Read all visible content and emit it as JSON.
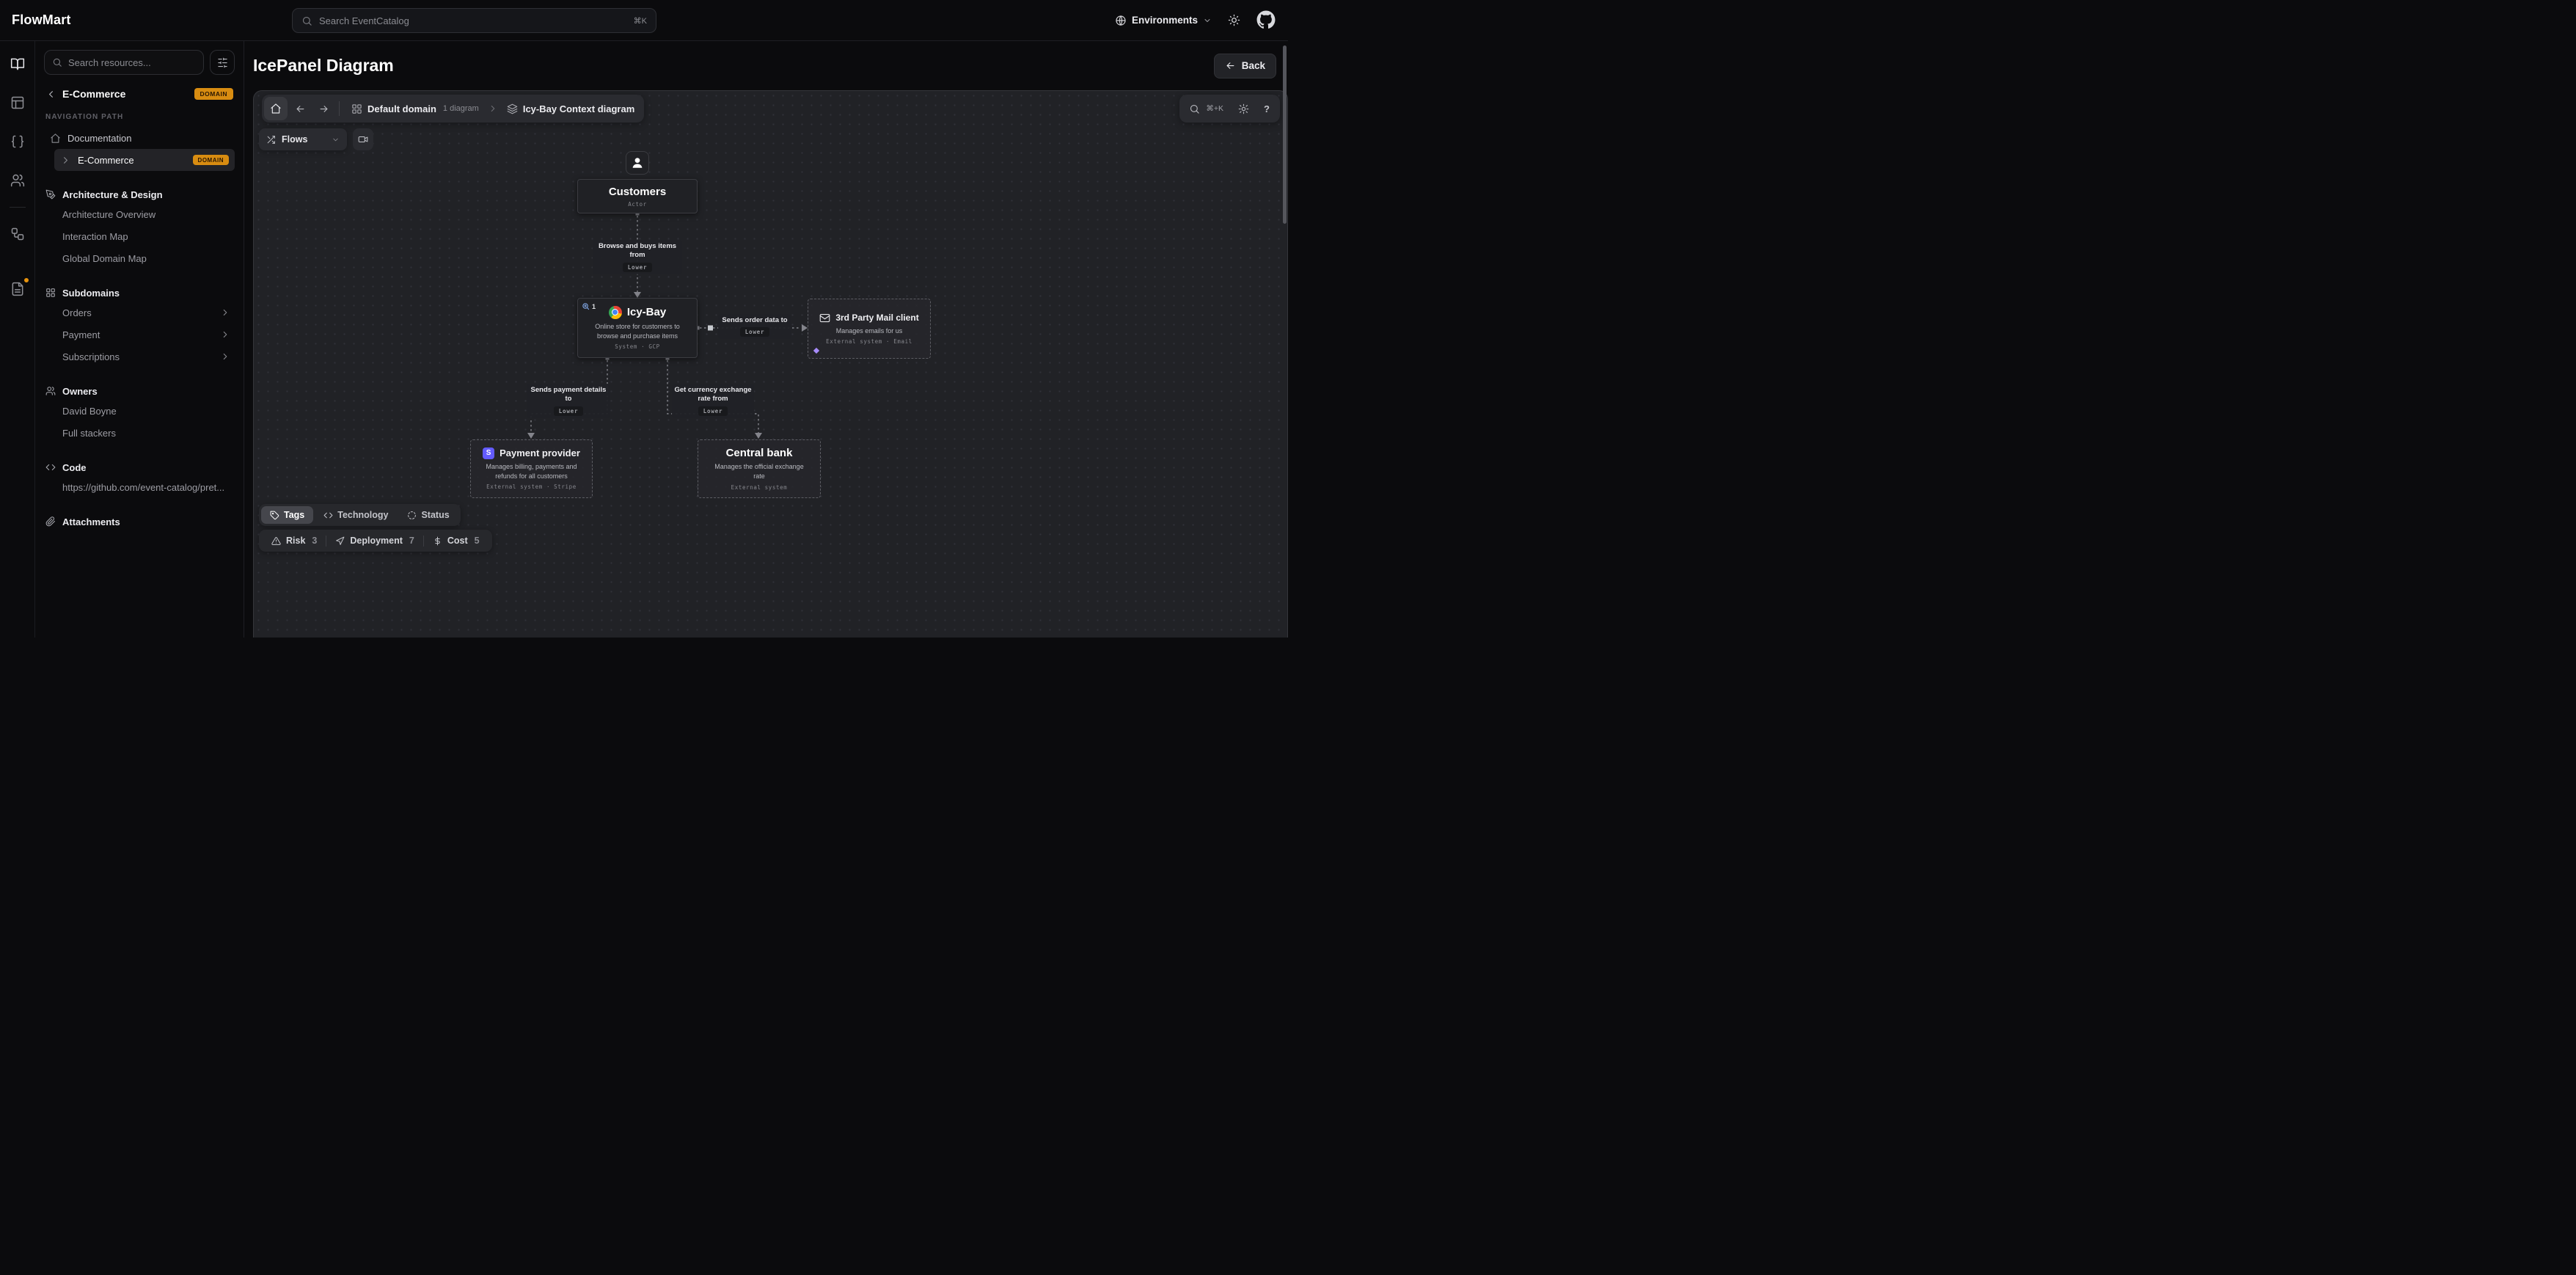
{
  "navbar": {
    "brand": "FlowMart",
    "search_placeholder": "Search EventCatalog",
    "search_shortcut": "⌘K",
    "environments_label": "Environments"
  },
  "sidebar": {
    "search_placeholder": "Search resources...",
    "header": {
      "label": "E-Commerce",
      "badge": "DOMAIN"
    },
    "nav_path_label": "NAVIGATION PATH",
    "items": {
      "documentation": "Documentation",
      "selected": {
        "label": "E-Commerce",
        "badge": "DOMAIN"
      }
    },
    "sections": [
      {
        "title": "Architecture & Design",
        "items": [
          "Architecture Overview",
          "Interaction Map",
          "Global Domain Map"
        ]
      },
      {
        "title": "Subdomains",
        "items": [
          "Orders",
          "Payment",
          "Subscriptions"
        ]
      },
      {
        "title": "Owners",
        "items": [
          "David Boyne",
          "Full stackers"
        ]
      },
      {
        "title": "Code",
        "items": [
          "https://github.com/event-catalog/pret..."
        ]
      },
      {
        "title": "Attachments",
        "items": []
      }
    ]
  },
  "main": {
    "title": "IcePanel Diagram",
    "back_label": "Back"
  },
  "diagram": {
    "toolbar": {
      "domain_label": "Default domain",
      "diagram_count": "1 diagram",
      "current_diagram": "Icy-Bay Context diagram",
      "search_shortcut": "⌘+K",
      "help_label": "?"
    },
    "flows_label": "Flows",
    "zoom_badge": "1",
    "nodes": {
      "customers": {
        "title": "Customers",
        "type_label": "Actor"
      },
      "icybay": {
        "title": "Icy-Bay",
        "description": "Online store for customers to browse and purchase items",
        "meta": "System · GCP"
      },
      "mail": {
        "title": "3rd Party Mail client",
        "description": "Manages emails for us",
        "meta": "External system · Email"
      },
      "payment": {
        "title": "Payment provider",
        "description": "Manages billing, payments and refunds for all customers",
        "meta": "External system · Stripe",
        "logo_letter": "S"
      },
      "bank": {
        "title": "Central bank",
        "description": "Manages the official exchange rate",
        "meta": "External system"
      }
    },
    "edges": [
      {
        "text": "Browse and buys items from",
        "tag": "Lower"
      },
      {
        "text": "Sends order data to",
        "tag": "Lower"
      },
      {
        "text": "Sends payment details to",
        "tag": "Lower"
      },
      {
        "text": "Get currency exchange rate from",
        "tag": "Lower"
      }
    ],
    "legend": {
      "tabs": [
        {
          "label": "Tags"
        },
        {
          "label": "Technology"
        },
        {
          "label": "Status"
        }
      ],
      "stats": [
        {
          "label": "Risk",
          "count": "3"
        },
        {
          "label": "Deployment",
          "count": "7"
        },
        {
          "label": "Cost",
          "count": "5"
        }
      ]
    }
  },
  "colors": {
    "badge_orange": "#d88c11",
    "notification_orange": "#e8930c",
    "stripe_purple": "#635bff",
    "canvas_gray": "#212226"
  }
}
